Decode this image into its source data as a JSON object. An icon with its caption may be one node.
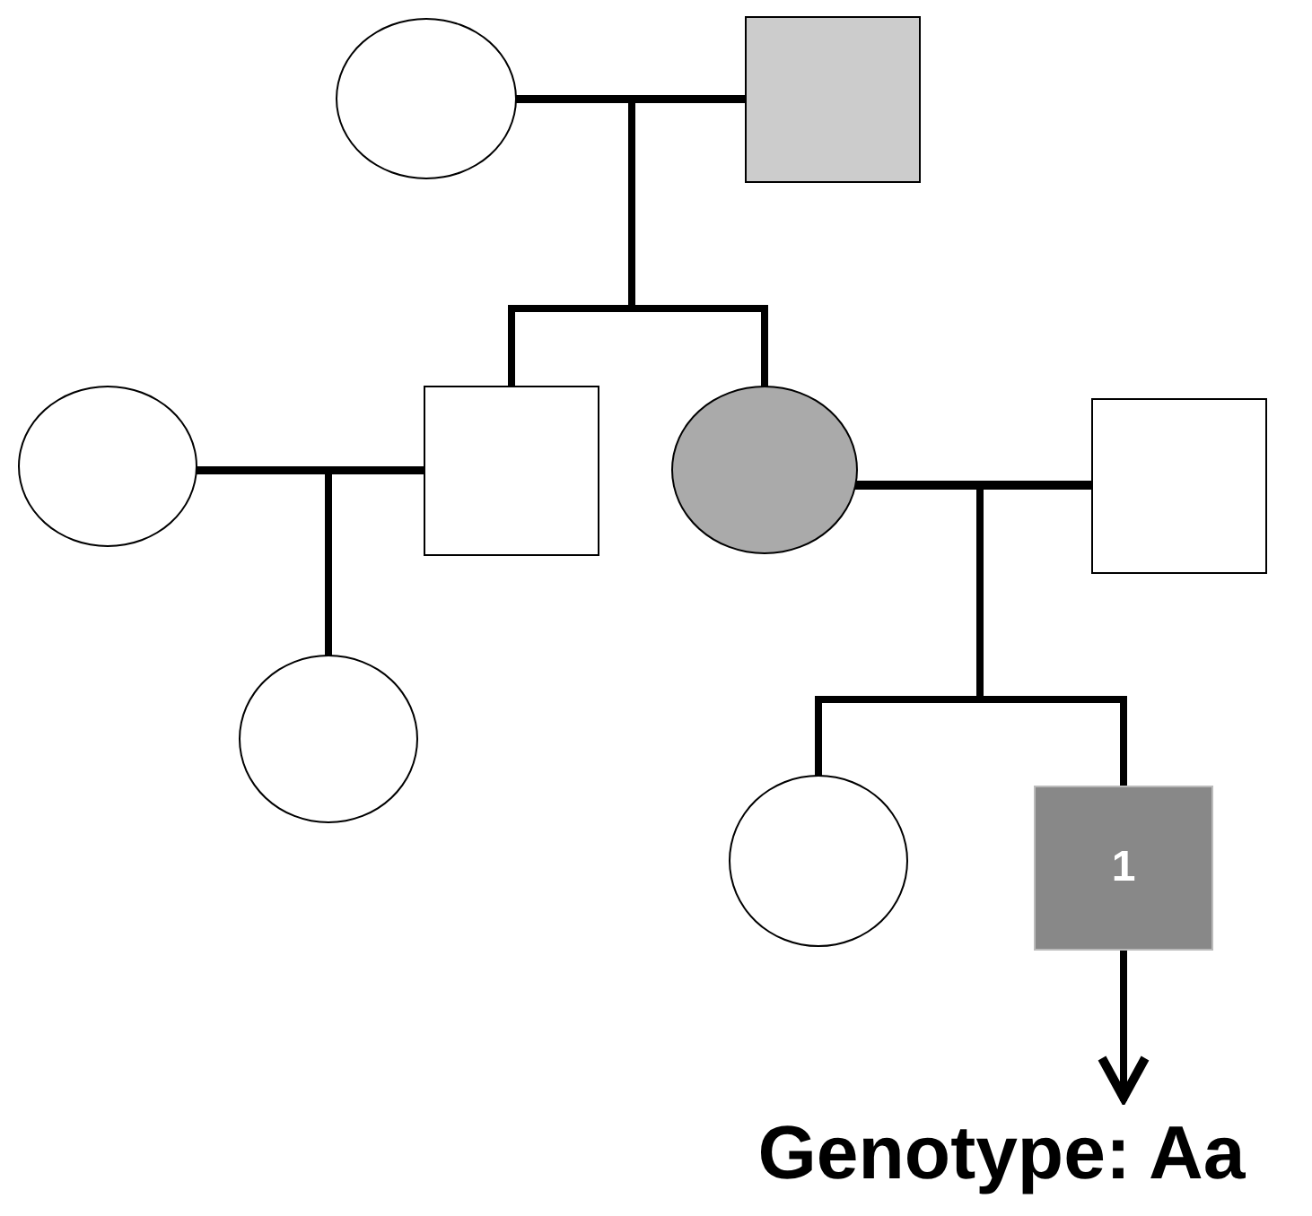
{
  "diagram": {
    "nodes": [
      {
        "text": [],
        "shape": "circle"
      },
      {
        "text": [],
        "shape": "box"
      },
      {
        "text": [],
        "shape": "circle"
      },
      {
        "text": [],
        "shape": "box"
      },
      {
        "text": [],
        "shape": "circle"
      },
      {
        "text": [],
        "shape": "box"
      },
      {
        "text": [],
        "shape": "circle"
      },
      {
        "text": [],
        "shape": "circle"
      },
      {
        "text": [
          "1"
        ]
      },
      {
        "text": [
          "Genotype: Aa"
        ]
      }
    ],
    "edges": [
      {
        "from": 0,
        "to": 1,
        "arrow": "none"
      },
      {
        "from": 0,
        "to": 3,
        "arrow": "none"
      },
      {
        "from": 1,
        "to": 3,
        "arrow": "none"
      },
      {
        "from": 0,
        "to": 4,
        "arrow": "none"
      },
      {
        "from": 1,
        "to": 4,
        "arrow": "none"
      },
      {
        "from": 2,
        "to": 3,
        "arrow": "none"
      },
      {
        "from": 2,
        "to": 6,
        "arrow": "none"
      },
      {
        "from": 3,
        "to": 6,
        "arrow": "none"
      },
      {
        "from": 4,
        "to": 5,
        "arrow": "none"
      },
      {
        "from": 4,
        "to": 7,
        "arrow": "none"
      },
      {
        "from": 5,
        "to": 7,
        "arrow": "none"
      },
      {
        "from": 4,
        "to": 8,
        "arrow": "none"
      },
      {
        "from": 5,
        "to": 8,
        "arrow": "none"
      },
      {
        "from": 8,
        "to": 9,
        "arrow": "to"
      }
    ]
  }
}
